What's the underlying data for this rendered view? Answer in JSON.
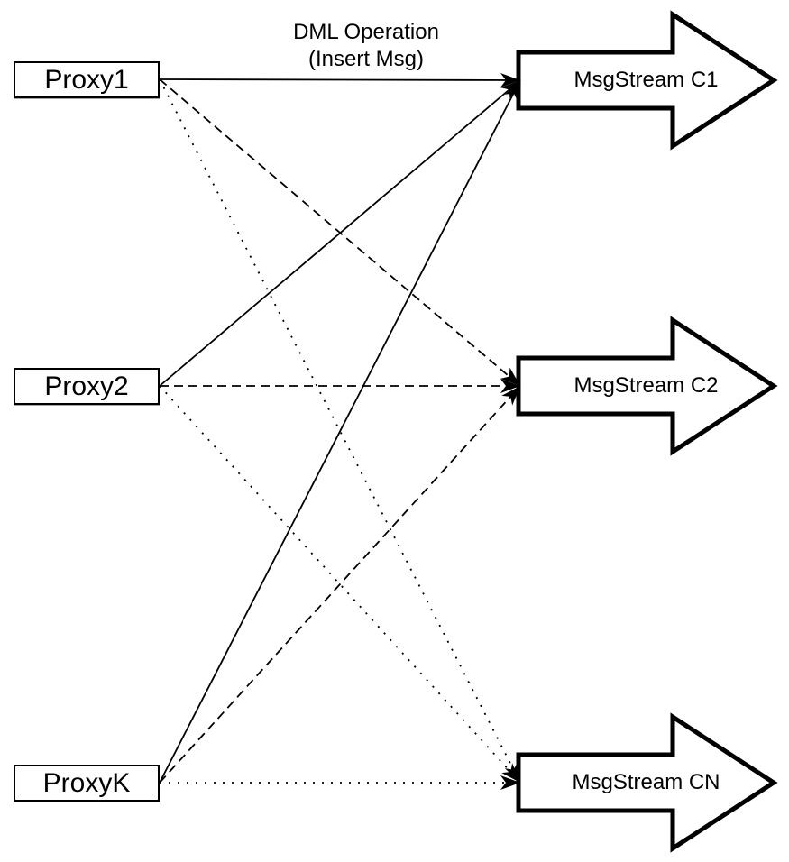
{
  "diagram": {
    "colors": {
      "background": "#ffffff",
      "stroke": "#000000",
      "node_fill": "#ffffff"
    },
    "annotation": {
      "line1": "DML Operation",
      "line2": "(Insert Msg)"
    },
    "proxies": [
      {
        "id": "proxy1",
        "label": "Proxy1"
      },
      {
        "id": "proxy2",
        "label": "Proxy2"
      },
      {
        "id": "proxyk",
        "label": "ProxyK"
      }
    ],
    "streams": [
      {
        "id": "c1",
        "label": "MsgStream C1",
        "edge_style": "solid"
      },
      {
        "id": "c2",
        "label": "MsgStream C2",
        "edge_style": "dashed"
      },
      {
        "id": "cn",
        "label": "MsgStream CN",
        "edge_style": "dotted"
      }
    ],
    "edges": [
      {
        "from": "proxy1",
        "to": "c1",
        "style": "solid"
      },
      {
        "from": "proxy1",
        "to": "c2",
        "style": "dashed"
      },
      {
        "from": "proxy1",
        "to": "cn",
        "style": "dotted"
      },
      {
        "from": "proxy2",
        "to": "c1",
        "style": "solid"
      },
      {
        "from": "proxy2",
        "to": "c2",
        "style": "dashed"
      },
      {
        "from": "proxy2",
        "to": "cn",
        "style": "dotted"
      },
      {
        "from": "proxyk",
        "to": "c1",
        "style": "solid"
      },
      {
        "from": "proxyk",
        "to": "c2",
        "style": "dashed"
      },
      {
        "from": "proxyk",
        "to": "cn",
        "style": "dotted"
      }
    ]
  }
}
